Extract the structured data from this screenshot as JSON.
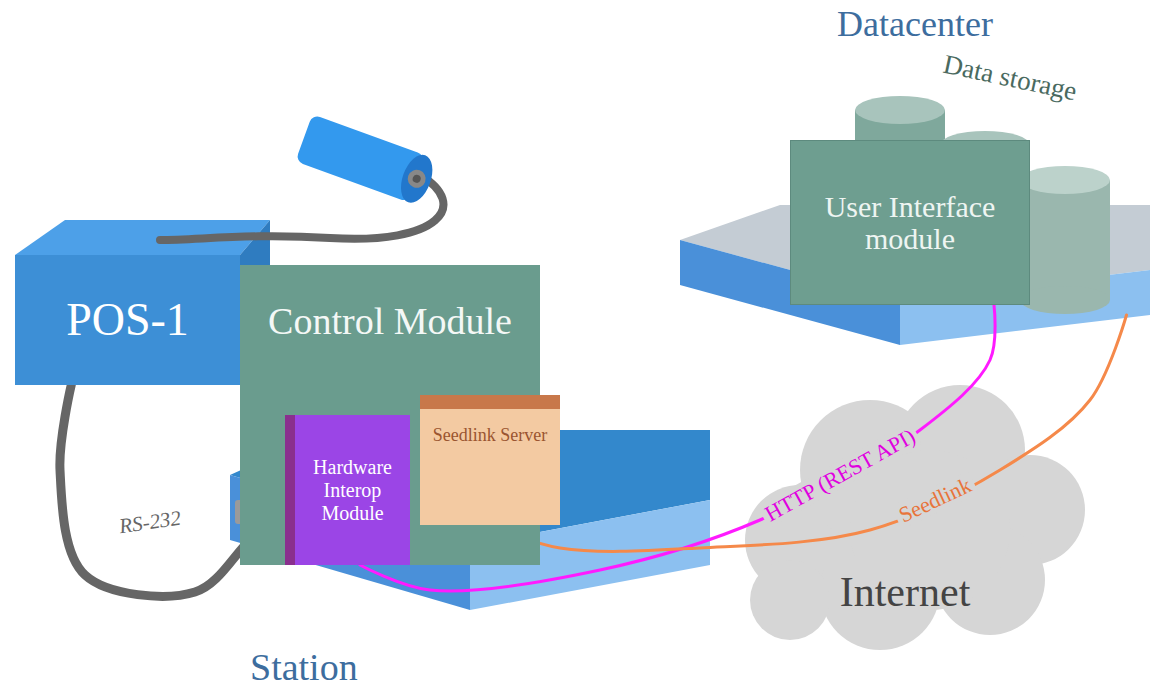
{
  "diagram": {
    "nodes": [
      {
        "text": [
          "Datacenter"
        ]
      },
      {
        "text": [
          "User Interface module"
        ],
        "in": 0
      },
      {
        "text": [
          "POS-1"
        ]
      },
      {
        "text": [
          "Station"
        ]
      },
      {
        "text": [
          "Control Module"
        ],
        "in": 3
      },
      {
        "text": [
          "Hardware Interop Module"
        ],
        "in": 4
      },
      {
        "text": [
          "Seedlink Server"
        ],
        "in": 4
      },
      {
        "text": [
          "Internet"
        ]
      }
    ],
    "edges": [
      {
        "from": 2,
        "to": 5,
        "label": "RS-232",
        "arrow": "none"
      },
      {
        "from": 5,
        "to": 1,
        "label": "HTTP (REST API)",
        "arrow": "none"
      },
      {
        "from": 6,
        "to": 0,
        "label": "Seedlink",
        "arrow": "none"
      }
    ],
    "labels": [
      "Data storage"
    ]
  }
}
